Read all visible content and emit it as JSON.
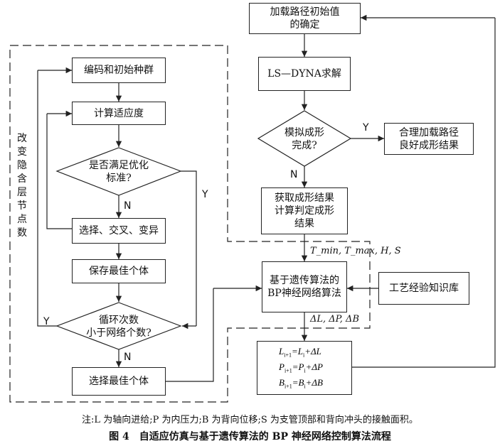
{
  "nodes": {
    "init_path": [
      "加载路径初始值",
      "的确定"
    ],
    "ls_dyna": "LS—DYNA求解",
    "sim_done": [
      "模拟成形",
      "完成?"
    ],
    "good_result": [
      "合理加载路径",
      "良好成形结果"
    ],
    "get_result": [
      "获取成形结果",
      "计算判定成形",
      "结果"
    ],
    "ga_bp": [
      "基于遗传算法的",
      "BP神经网络算法"
    ],
    "knowledge": "工艺经验知识库",
    "encode_init": "编码和初始种群",
    "calc_fitness": "计算适应度",
    "meet_criteria": [
      "是否满足优化",
      "标准?"
    ],
    "select_cross": "选择、交叉、变异",
    "save_best": "保存最佳个体",
    "loop_check": [
      "循环次数",
      "小于网络个数?"
    ],
    "select_best": "选择最佳个体",
    "change_hidden": "改变隐含层节点数"
  },
  "labels": {
    "y": "Y",
    "n": "N",
    "outputs": "T_min, T_max, H, S",
    "deltas": "ΔL, ΔP, ΔB"
  },
  "equations": [
    "L_{i+1} = L_i + ΔL",
    "P_{i+1} = P_i + ΔP",
    "B_{i+1} = B_i + ΔB"
  ],
  "note": "注:L 为轴向进给;P 为内压力;B 为背向位移;S 为支管顶部和背向冲头的接触面积。",
  "caption": "图 4　自适应仿真与基于遗传算法的 BP 神经网络控制算法流程"
}
